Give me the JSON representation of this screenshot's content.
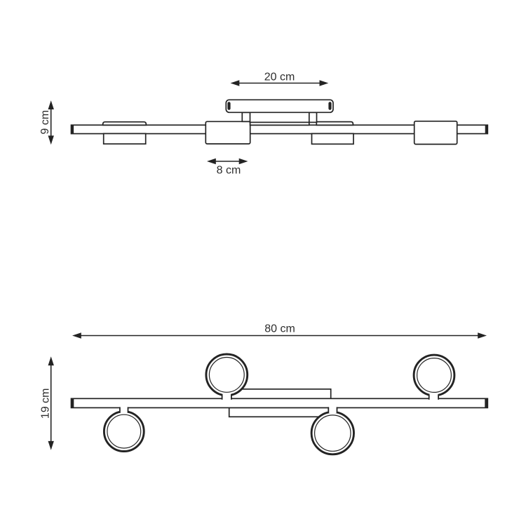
{
  "colors": {
    "background": "#ffffff",
    "line": "#232323",
    "text": "#2d2d2d"
  },
  "dimensions": {
    "top_view": {
      "canopy_width": "20 cm",
      "fixture_height": "9 cm",
      "spot_mount_width": "8 cm"
    },
    "bottom_view": {
      "total_width": "80 cm",
      "total_height": "19 cm"
    }
  }
}
